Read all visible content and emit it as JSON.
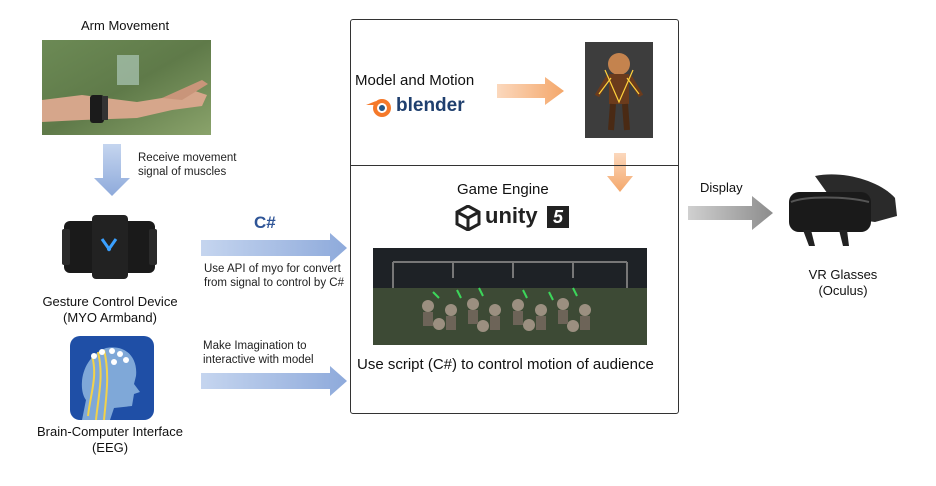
{
  "arm": {
    "title": "Arm Movement"
  },
  "receive_text": "Receive movement signal of muscles",
  "myo": {
    "line1": "Gesture Control Device",
    "line2": "(MYO Armband)"
  },
  "eeg": {
    "line1": "Brain-Computer Interface",
    "line2": "(EEG)"
  },
  "csharp_label": "C#",
  "api_text": "Use API of myo for convert from signal to control by C#",
  "imagination_text": "Make Imagination to interactive with model",
  "engine_box": {
    "model_motion": "Model and Motion",
    "blender_logo": "blender",
    "game_engine": "Game Engine",
    "unity_logo": "unity",
    "unity_version": "5",
    "script_text": "Use script (C#) to control motion of audience"
  },
  "display_label": "Display",
  "vr": {
    "line1": "VR Glasses",
    "line2": "(Oculus)"
  },
  "colors": {
    "arrow_blue": "#8eaadb",
    "arrow_orange": "#f4b183",
    "arrow_gray": "#a6a6a6",
    "csharp_blue": "#2f5597"
  }
}
